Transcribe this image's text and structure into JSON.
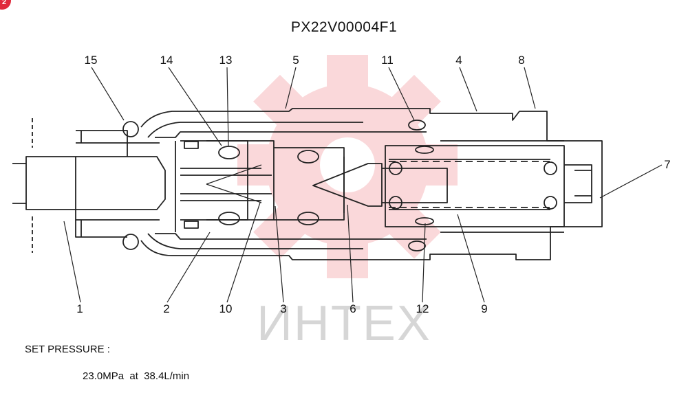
{
  "title": "PX22V00004F1",
  "badge": {
    "text": "2",
    "color": "#e02a3c"
  },
  "watermark": {
    "text": "ИНТЕХ",
    "logo_color": "#f6b9bc",
    "text_color": "#d0d0d0"
  },
  "colors": {
    "line": "#222222",
    "background": "#ffffff"
  },
  "callouts": [
    "1",
    "2",
    "3",
    "4",
    "5",
    "6",
    "7",
    "8",
    "9",
    "10",
    "11",
    "12",
    "13",
    "14",
    "15"
  ],
  "set_pressure": {
    "label": "SET PRESSURE :",
    "value": "23.0MPa  at  38.4L/min"
  }
}
